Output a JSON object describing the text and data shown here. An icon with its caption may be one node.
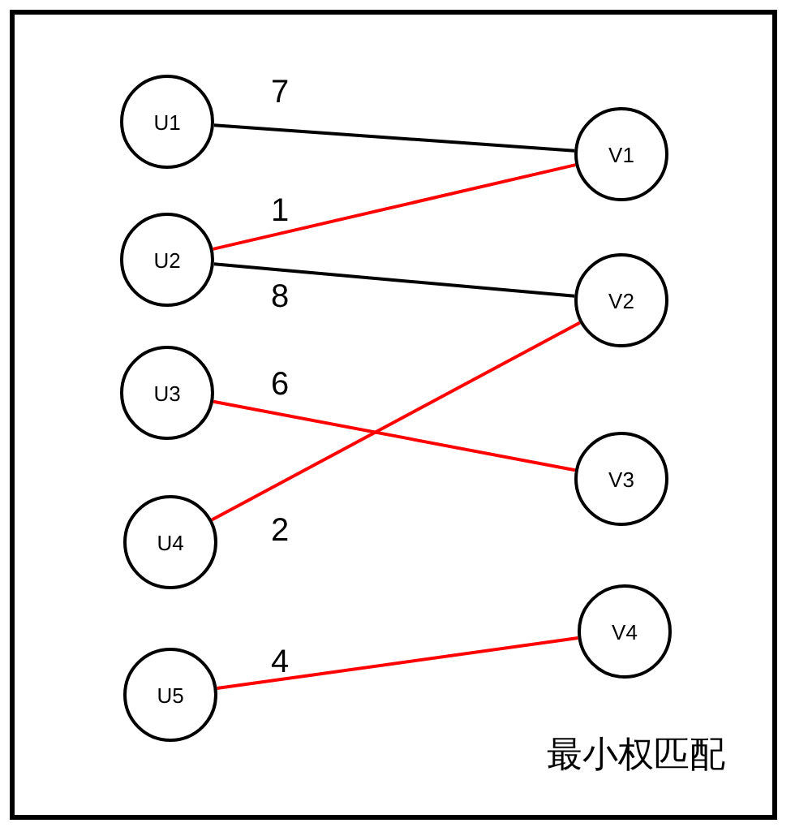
{
  "diagram": {
    "nodes": [
      {
        "text": [
          "U1"
        ]
      },
      {
        "text": [
          "U2"
        ]
      },
      {
        "text": [
          "U3"
        ]
      },
      {
        "text": [
          "U4"
        ]
      },
      {
        "text": [
          "U5"
        ]
      },
      {
        "text": [
          "V1"
        ]
      },
      {
        "text": [
          "V2"
        ]
      },
      {
        "text": [
          "V3"
        ]
      },
      {
        "text": [
          "V4"
        ]
      }
    ],
    "edges": [
      {
        "from": 0,
        "to": 5,
        "arrow": "none",
        "label": "7",
        "color": "#000000"
      },
      {
        "from": 1,
        "to": 5,
        "arrow": "none",
        "label": "1"
      },
      {
        "from": 1,
        "to": 6,
        "arrow": "none",
        "label": "8",
        "color": "#000000"
      },
      {
        "from": 2,
        "to": 7,
        "arrow": "none",
        "label": "6"
      },
      {
        "from": 3,
        "to": 6,
        "arrow": "none",
        "label": "2"
      },
      {
        "from": 4,
        "to": 8,
        "arrow": "none",
        "label": "4"
      }
    ],
    "labels": [
      "最小权匹配"
    ]
  }
}
